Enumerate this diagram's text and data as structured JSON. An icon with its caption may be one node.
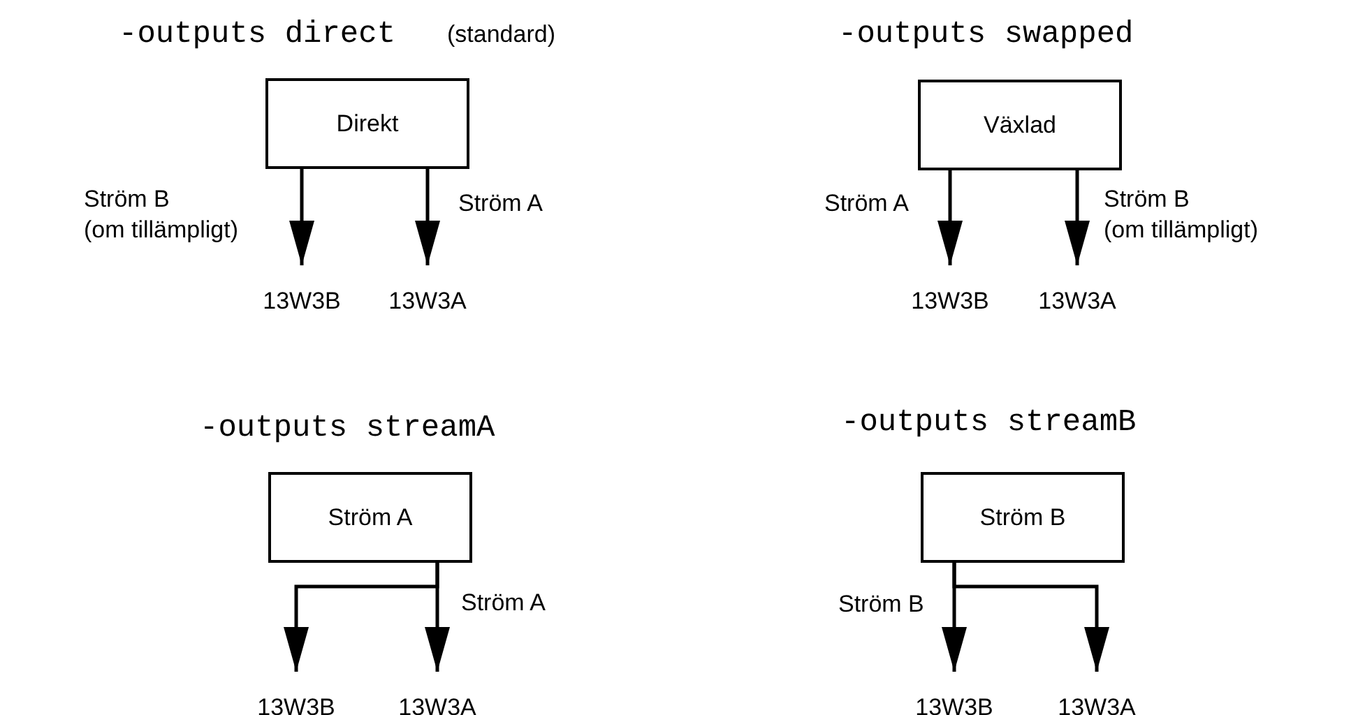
{
  "diagram": {
    "nodes": [
      {
        "text": [
          "Direkt"
        ]
      },
      {
        "text": [
          "13W3B"
        ]
      },
      {
        "text": [
          "13W3A"
        ]
      },
      {
        "text": [
          "Växlad"
        ]
      },
      {
        "text": [
          "13W3B"
        ]
      },
      {
        "text": [
          "13W3A"
        ]
      },
      {
        "text": [
          "Ström A"
        ]
      },
      {
        "text": [
          "13W3B"
        ]
      },
      {
        "text": [
          "13W3A"
        ]
      },
      {
        "text": [
          "Ström B"
        ]
      },
      {
        "text": [
          "13W3B"
        ]
      },
      {
        "text": [
          "13W3A"
        ]
      }
    ],
    "edges": [
      {
        "from": 0,
        "to": 1,
        "arrow": "to",
        "label": "Ström B (om tillämpligt)"
      },
      {
        "from": 0,
        "to": 2,
        "arrow": "to",
        "label": "Ström A"
      },
      {
        "from": 3,
        "to": 4,
        "arrow": "to",
        "label": "Ström A"
      },
      {
        "from": 3,
        "to": 5,
        "arrow": "to",
        "label": "Ström B (om tillämpligt)"
      },
      {
        "from": 6,
        "to": 7,
        "arrow": "to"
      },
      {
        "from": 6,
        "to": 8,
        "arrow": "to",
        "label": "Ström A"
      },
      {
        "from": 9,
        "to": 10,
        "arrow": "to",
        "label": "Ström B"
      },
      {
        "from": 9,
        "to": 11,
        "arrow": "to"
      }
    ],
    "labels": [
      "-outputs direct",
      "(standard)",
      "-outputs swapped",
      "-outputs streamA",
      "-outputs streamB"
    ]
  }
}
